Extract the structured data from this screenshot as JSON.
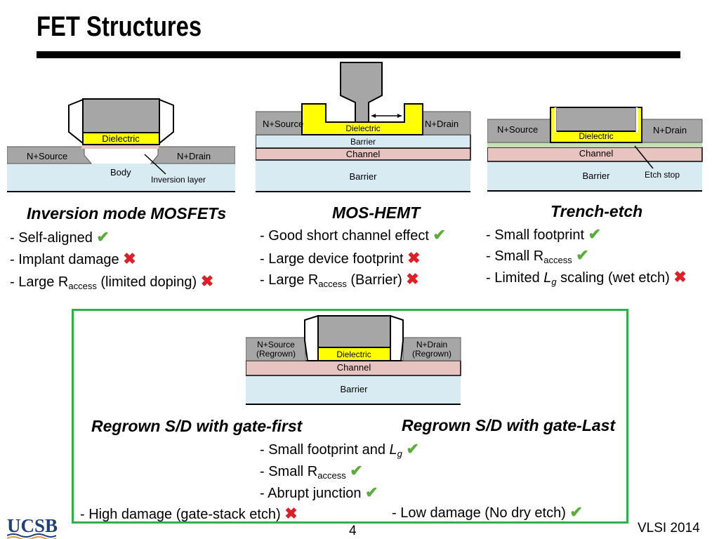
{
  "title": "FET Structures",
  "diagrams": {
    "mosfet": {
      "dielectric": "Dielectric",
      "source": "N+Source",
      "drain": "N+Drain",
      "body": "Body",
      "inversion": "Inversion layer"
    },
    "moshemt": {
      "source": "N+Source",
      "drain": "N+Drain",
      "dielectric": "Dielectric",
      "barrier_top": "Barrier",
      "channel": "Channel",
      "barrier_bottom": "Barrier"
    },
    "trench": {
      "source": "N+Source",
      "drain": "N+Drain",
      "dielectric": "Dielectric",
      "channel": "Channel",
      "barrier": "Barrier",
      "etch_stop": "Etch stop"
    },
    "regrown": {
      "source_line1": "N+Source",
      "source_line2": "(Regrown)",
      "drain_line1": "N+Drain",
      "drain_line2": "(Regrown)",
      "dielectric": "Dielectric",
      "channel": "Channel",
      "barrier": "Barrier"
    }
  },
  "sections": {
    "mosfet": {
      "heading": "Inversion mode MOSFETs",
      "b1": "- Self-aligned",
      "b2": "- Implant damage",
      "b3_pre": "- Large R",
      "b3_sub": "access",
      "b3_post": " (limited doping)"
    },
    "moshemt": {
      "heading": "MOS-HEMT",
      "b1": "- Good short channel effect",
      "b2": "- Large device footprint",
      "b3_pre": "- Large R",
      "b3_sub": "access",
      "b3_post": " (Barrier)"
    },
    "trench": {
      "heading": "Trench-etch",
      "b1": "- Small footprint",
      "b2_pre": "- Small R",
      "b2_sub": "access",
      "b3_pre": "- Limited ",
      "b3_italic": "L",
      "b3_sub": "g",
      "b3_post": " scaling (wet etch)"
    },
    "regrown": {
      "heading_first": "Regrown S/D with gate-first",
      "heading_last": "Regrown S/D with gate-Last",
      "b1_pre": "- Small footprint and ",
      "b1_italic": "L",
      "b1_sub": "g",
      "b2_pre": "- Small R",
      "b2_sub": "access",
      "b3": "- Abrupt junction",
      "first_con": "- High damage (gate-stack etch)",
      "last_pro": "- Low damage (No dry etch)"
    }
  },
  "marks": {
    "check": "✔",
    "cross": "✖"
  },
  "footer": {
    "logo": "UCSB",
    "page": "4",
    "label": "VLSI 2014"
  },
  "colors": {
    "check": "#5aad3b",
    "cross": "#e01e25",
    "box_border": "#2fb04a",
    "dielectric": "#ffff00",
    "channel": "#e8c4c0",
    "barrier": "#d9ebf2",
    "contact": "#7f7f7f",
    "gate": "#a6a6a6"
  }
}
